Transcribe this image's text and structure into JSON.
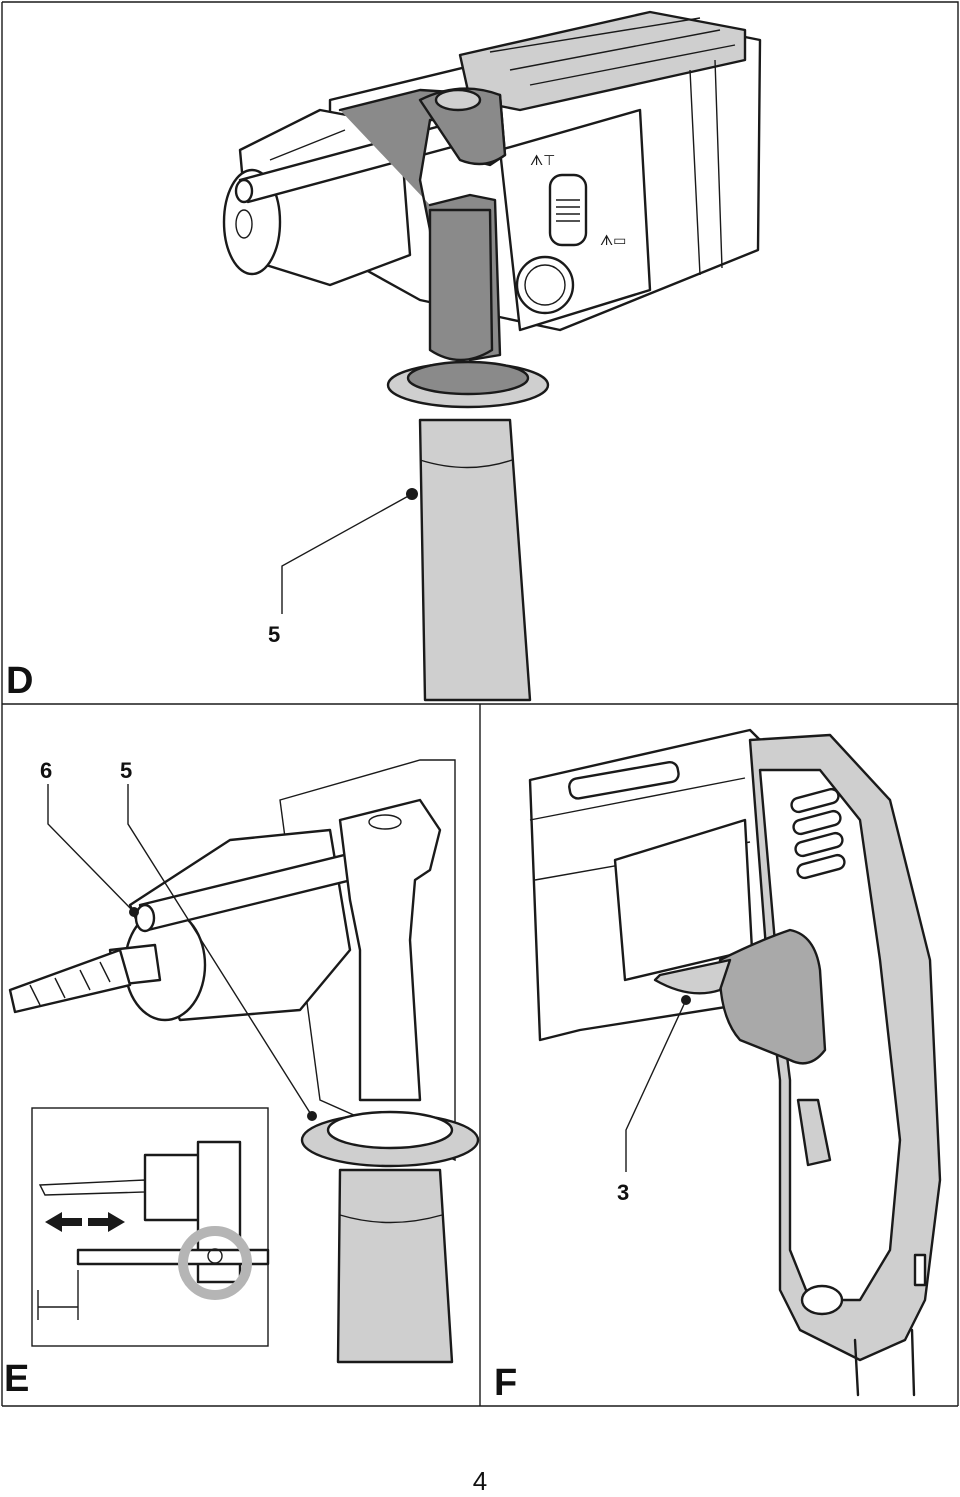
{
  "figures": {
    "D": {
      "letter": "D",
      "callouts": [
        "5"
      ]
    },
    "E": {
      "letter": "E",
      "callouts": [
        "6",
        "5"
      ]
    },
    "F": {
      "letter": "F",
      "callouts": [
        "3"
      ]
    }
  },
  "page": {
    "number": "4"
  },
  "colors": {
    "ink": "#1a1a1a",
    "dark_grey": "#8a8a8a",
    "mid_grey": "#a9a9a9",
    "light_grey": "#cfcfcf"
  }
}
